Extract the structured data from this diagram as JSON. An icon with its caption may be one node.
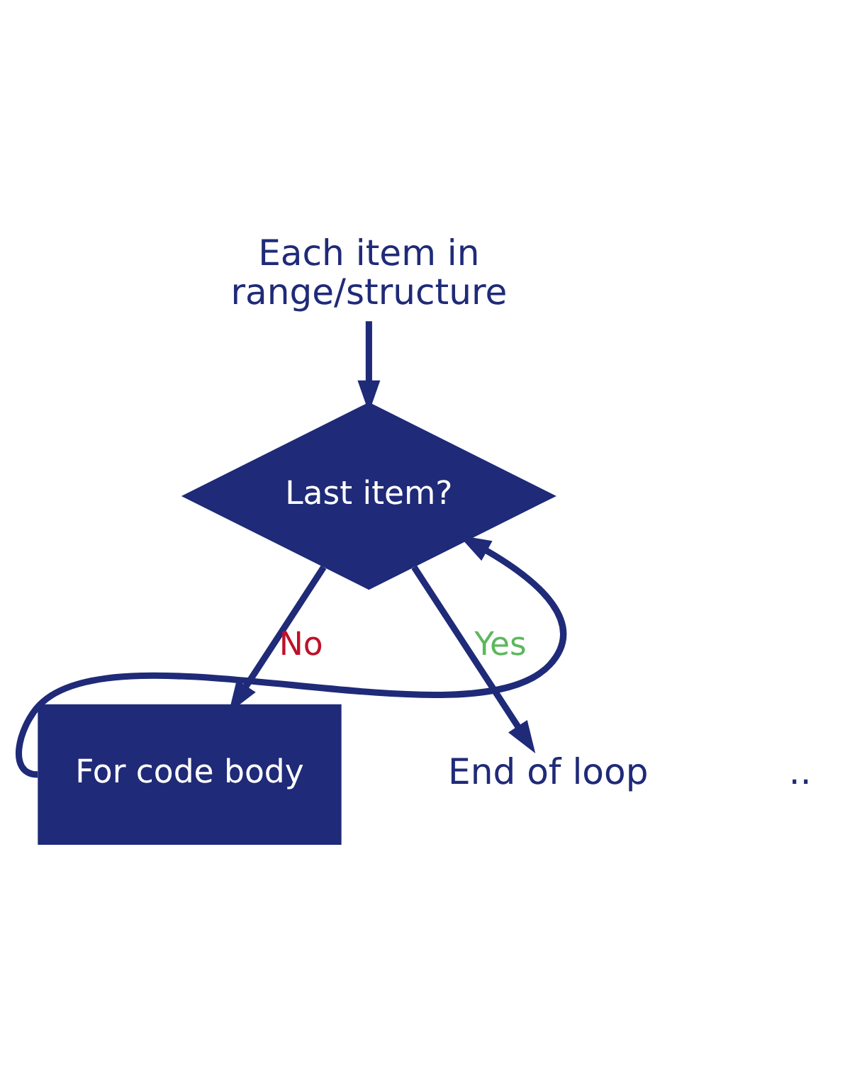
{
  "diagram": {
    "nodes": [
      {
        "text": [
          "Each item in range/structure"
        ]
      },
      {
        "text": [
          "Last item?"
        ]
      },
      {
        "text": [
          "For code body"
        ]
      },
      {
        "text": [
          "End of loop"
        ]
      }
    ],
    "edges": [
      {
        "from": 0,
        "to": 1,
        "arrow": "to"
      },
      {
        "from": 1,
        "to": 2,
        "arrow": "to",
        "label": "No"
      },
      {
        "from": 1,
        "to": 3,
        "arrow": "to",
        "label": "Yes"
      },
      {
        "from": 2,
        "to": 1,
        "arrow": "to"
      }
    ],
    "labels": [
      ".."
    ]
  }
}
